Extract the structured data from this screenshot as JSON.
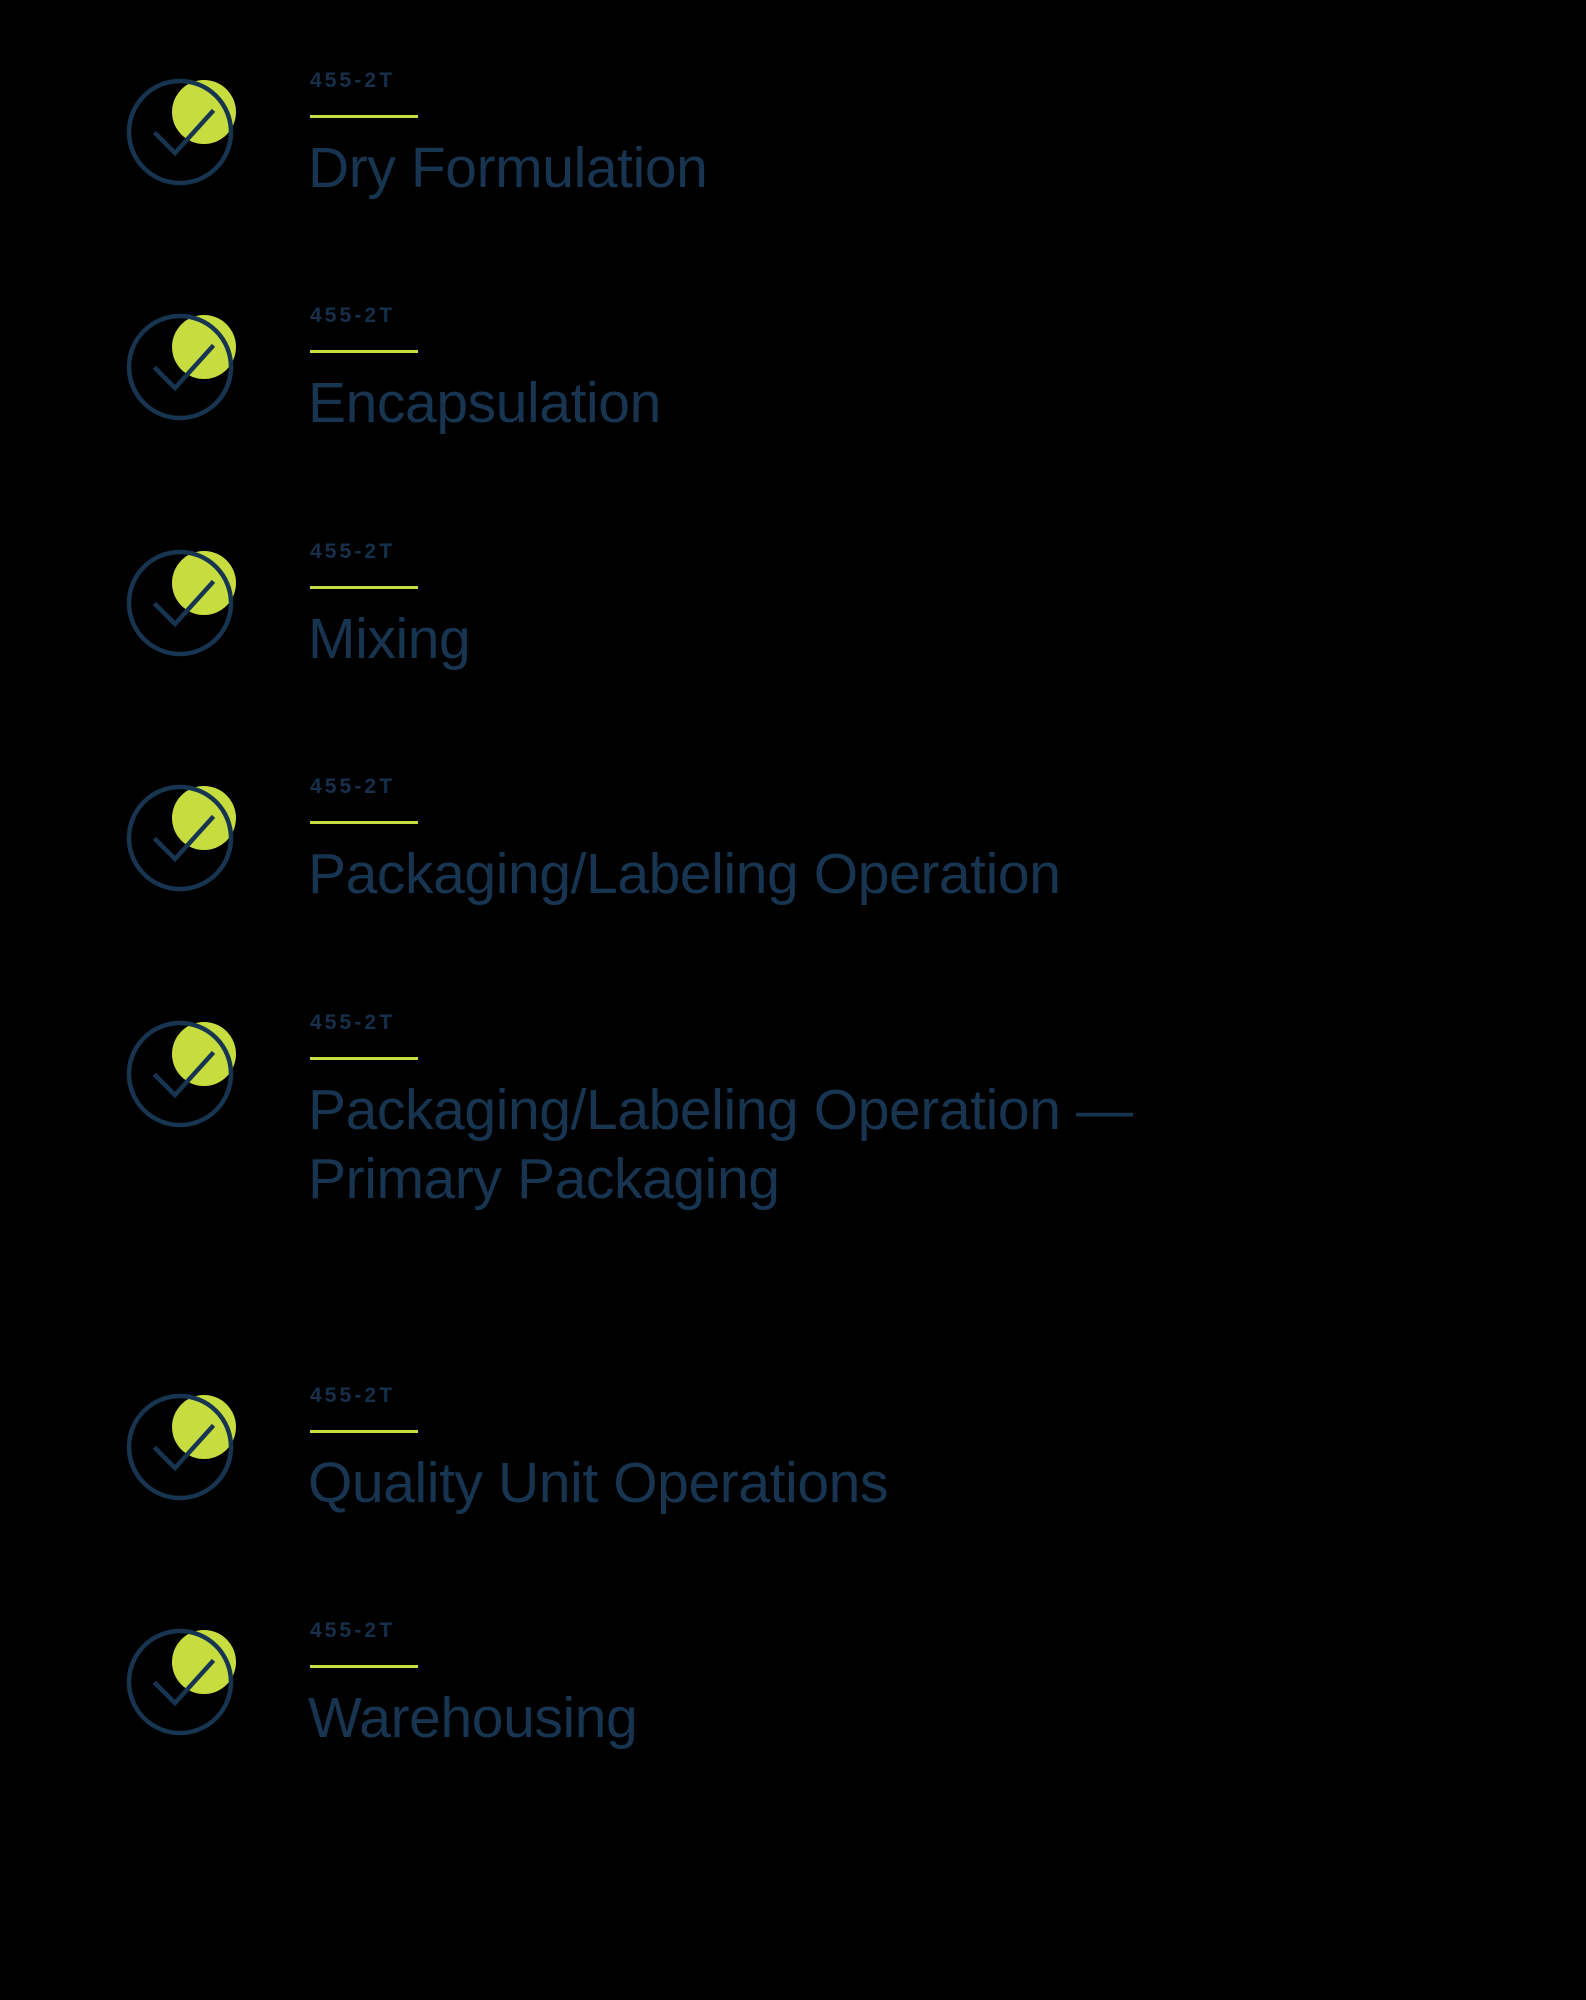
{
  "page": {
    "background_color": "#000000",
    "accent_green": "#c7dc3f",
    "navy": "#173450",
    "code_navy": "#16304c"
  },
  "items": [
    {
      "code": "455-2T",
      "title": "Dry Formulation",
      "icon": "check-circle-icon",
      "status": "complete"
    },
    {
      "code": "455-2T",
      "title": "Encapsulation",
      "icon": "check-circle-icon",
      "status": "complete"
    },
    {
      "code": "455-2T",
      "title": "Mixing",
      "icon": "check-circle-icon",
      "status": "complete"
    },
    {
      "code": "455-2T",
      "title": "Packaging/Labeling Operation",
      "icon": "check-circle-icon",
      "status": "complete"
    },
    {
      "code": "455-2T",
      "title": "Packaging/Labeling Operation —\nPrimary Packaging",
      "icon": "check-circle-icon",
      "status": "complete"
    },
    {
      "code": "455-2T",
      "title": "Quality Unit Operations",
      "icon": "check-circle-icon",
      "status": "complete"
    },
    {
      "code": "455-2T",
      "title": "Warehousing",
      "icon": "check-circle-icon",
      "status": "complete"
    }
  ]
}
